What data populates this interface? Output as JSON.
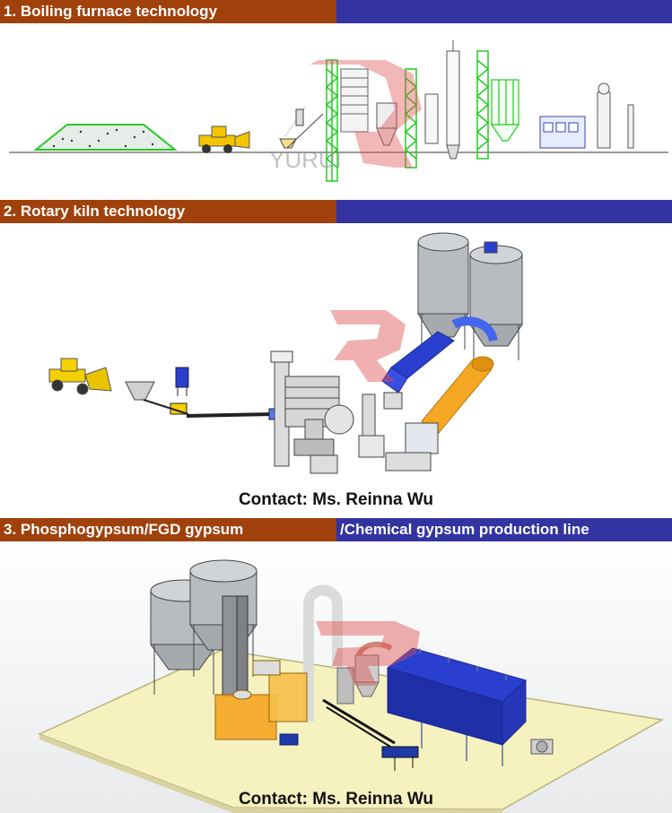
{
  "sections": [
    {
      "title": "1. Boiling  furnace technology",
      "right_title": ""
    },
    {
      "title": "2. Rotary kiln technology",
      "right_title": "",
      "contact": "Contact: Ms. Reinna Wu"
    },
    {
      "title": "3. Phosphogypsum/FGD gypsum",
      "right_title": "/Chemical gypsum production line",
      "contact": "Contact: Ms. Reinna Wu"
    }
  ],
  "watermark": "YURUI",
  "colors": {
    "header_left": "#a0410b",
    "header_right": "#3333a2",
    "equipment_green": "#22cc22",
    "kiln_orange": "#f5a623",
    "dryer_blue": "#2a3fd0",
    "silo_gray": "#b8bcc0",
    "floor_yellow": "#f6f2c0",
    "watermark_red": "#e05050"
  }
}
